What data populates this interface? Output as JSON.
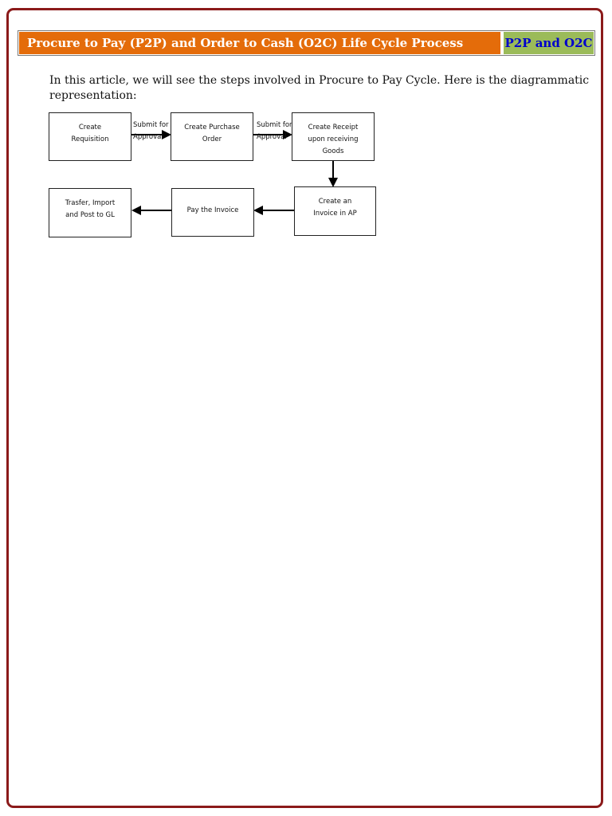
{
  "header": {
    "title": "Procure to Pay (P2P) and Order to Cash (O2C) Life Cycle Process",
    "badge": "P2P and O2C"
  },
  "intro": "In this article, we will see the steps involved in Procure to Pay Cycle. Here is the diagrammatic representation:",
  "diagram": {
    "nodes": {
      "create_requisition": "Create\nRequisition",
      "create_po": "Create Purchase\nOrder",
      "create_receipt": "Create Receipt\nupon receiving\nGoods",
      "create_invoice": "Create an\nInvoice in AP",
      "pay_invoice": "Pay the Invoice",
      "transfer_gl": "Trasfer, Import\nand Post to GL"
    },
    "edge_labels": {
      "req_to_po": "Submit for\nApproval",
      "po_to_receipt": "Submit for\nApproval"
    }
  },
  "colors": {
    "frame": "#8b1a1a",
    "title_bg": "#e46c0a",
    "badge_bg": "#9bbb59",
    "badge_text": "#0000cc"
  }
}
